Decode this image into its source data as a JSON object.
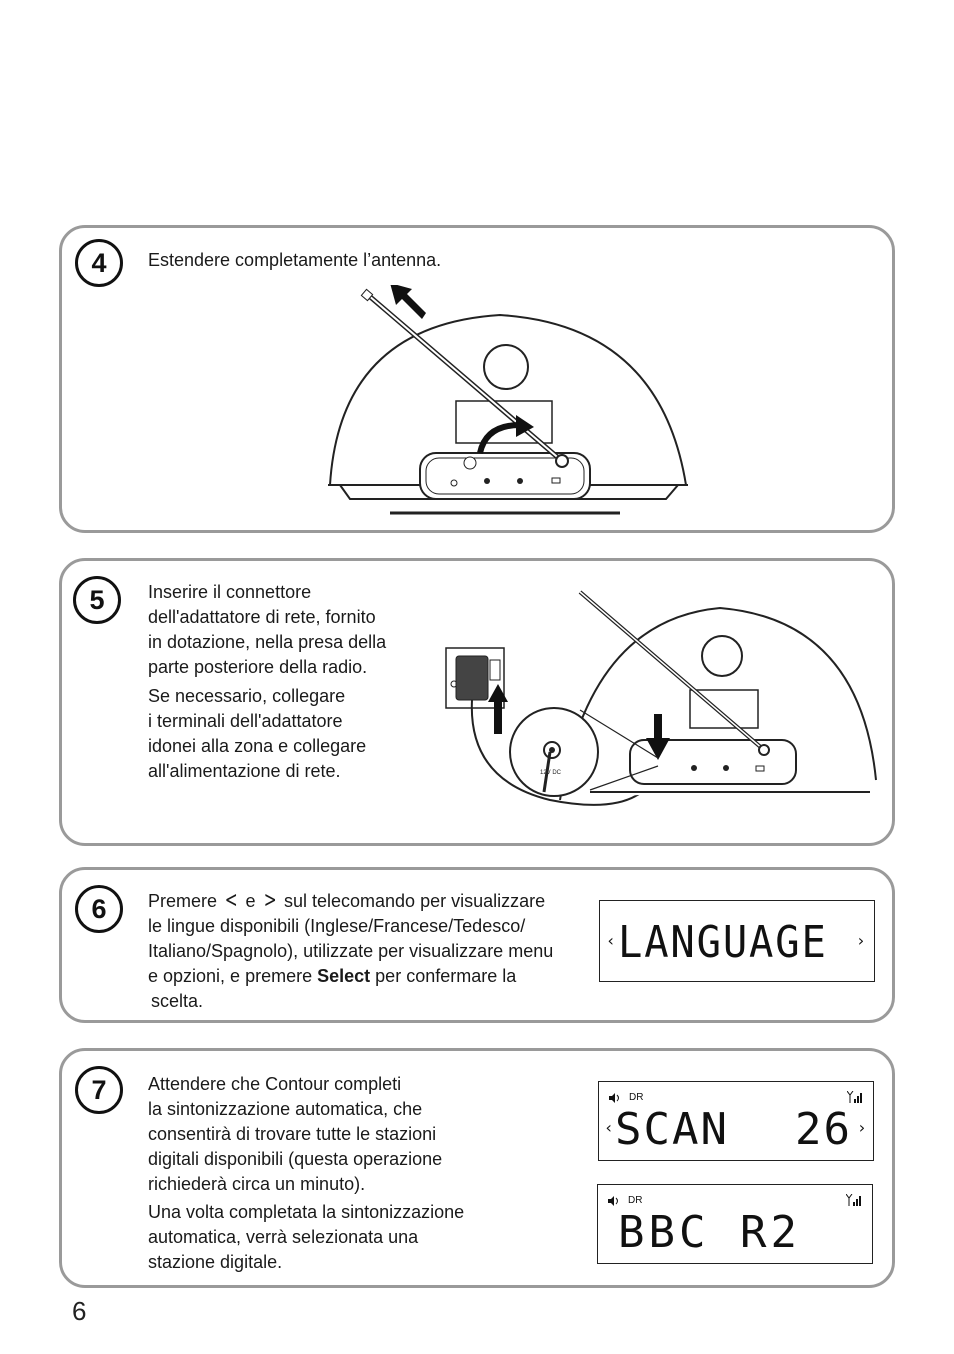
{
  "steps": [
    {
      "number": "4",
      "text": "Estendere completamente l’antenna."
    },
    {
      "number": "5",
      "para1": [
        "Inserire il connettore",
        "dell'adattatore di rete, fornito",
        "in dotazione, nella presa della",
        "parte posteriore della radio."
      ],
      "para2": [
        "Se necessario, collegare",
        "i terminali dell'adattatore",
        "idonei alla zona e collegare",
        "all'alimentazione di rete."
      ],
      "zoom_label": "12V DC"
    },
    {
      "number": "6",
      "line1_a": "Premere",
      "line1_b": "e",
      "line1_c": "sul telecomando per visualizzare",
      "lines": [
        "le lingue disponibili (Inglese/Francese/Tedesco/",
        "Italiano/Spagnolo), utilizzate per visualizzare menu"
      ],
      "line4_a": "e opzioni, e premere",
      "line4_bold": "Select",
      "line4_c": "per confermare la",
      "line5": "scelta.",
      "display": "LANGUAGE"
    },
    {
      "number": "7",
      "para1": [
        "Attendere che Contour completi",
        "la sintonizzazione automatica, che",
        "consentirà di trovare tutte le stazioni",
        "digitali disponibili (questa operazione",
        "richiederà circa un minuto)."
      ],
      "para2": [
        "Una volta completata la sintonizzazione",
        "automatica, verrà selezionata una",
        "stazione digitale."
      ],
      "display1_tag": "DR",
      "display1_left": "SCAN",
      "display1_right": "26",
      "display2_tag": "DR",
      "display2_text": "BBC R2"
    }
  ],
  "page_number": "6",
  "icons": [
    "number-circle",
    "arrow-icon",
    "speaker-icon",
    "signal-icon",
    "chevron-left-icon",
    "chevron-right-icon"
  ]
}
